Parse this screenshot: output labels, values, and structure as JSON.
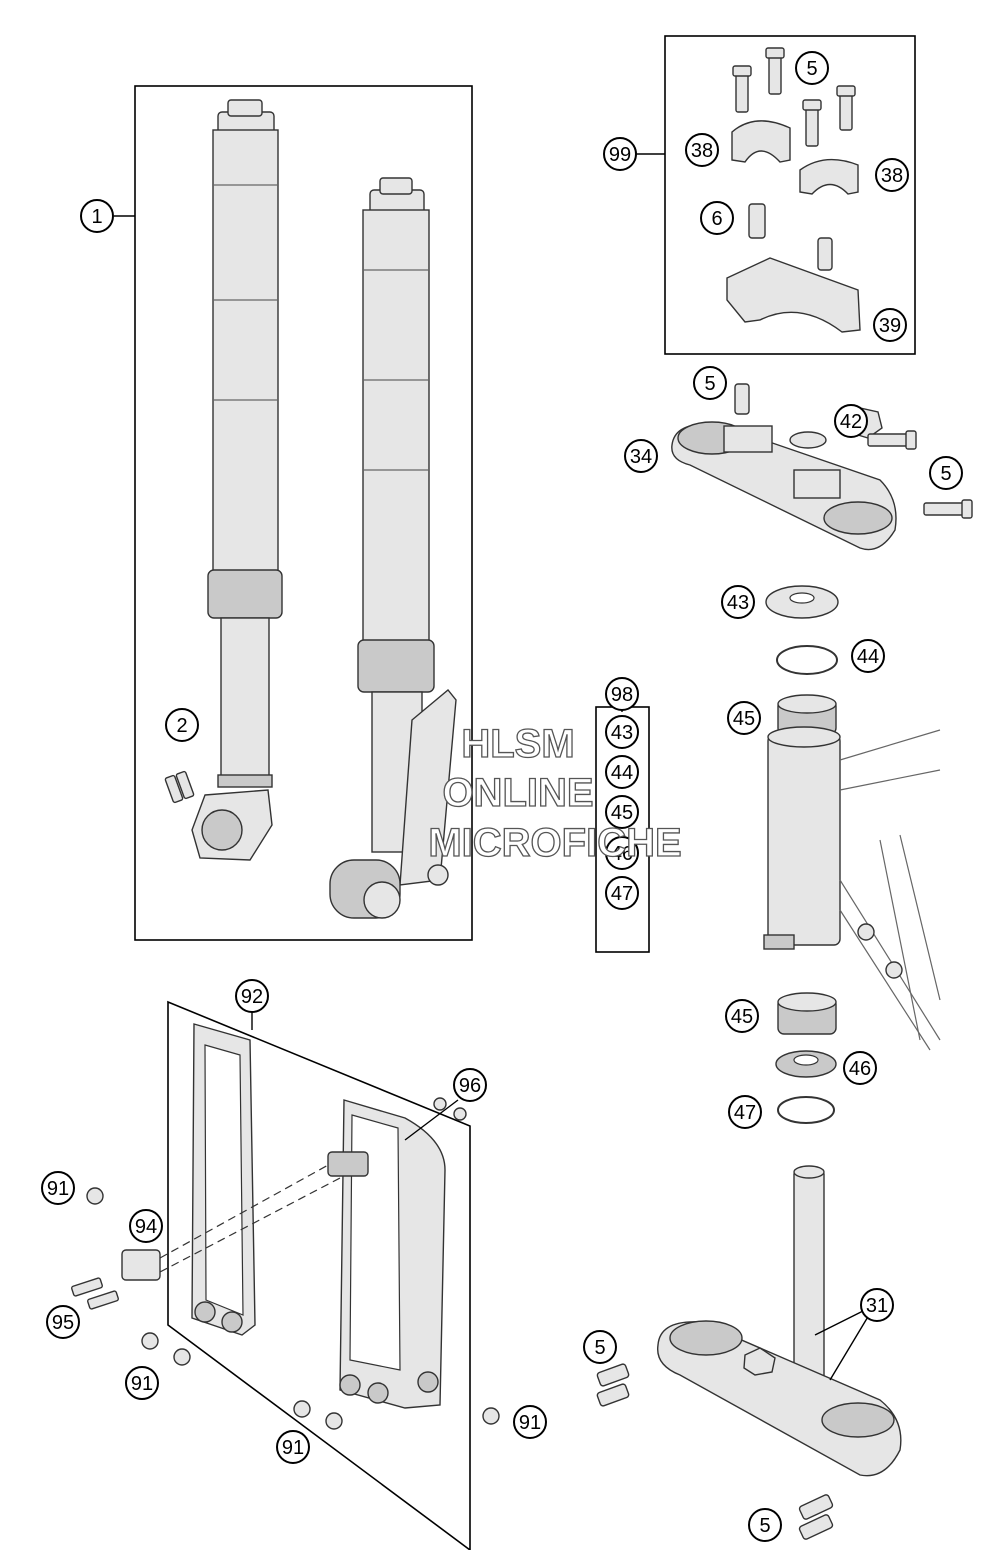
{
  "watermark": [
    "HLSM",
    "ONLINE",
    "MICROFICHE"
  ],
  "callouts": {
    "c1": "1",
    "c2": "2",
    "c5a": "5",
    "c5b": "5",
    "c5c": "5",
    "c5d": "5",
    "c5e": "5",
    "c6": "6",
    "c31": "31",
    "c34": "34",
    "c38a": "38",
    "c38b": "38",
    "c39": "39",
    "c42": "42",
    "c43": "43",
    "c44": "44",
    "c45a": "45",
    "c45b": "45",
    "c46": "46",
    "c47": "47",
    "c91a": "91",
    "c91b": "91",
    "c91c": "91",
    "c91d": "91",
    "c92": "92",
    "c94": "94",
    "c95": "95",
    "c96": "96",
    "c98": "98",
    "c99": "99",
    "k43": "43",
    "k44": "44",
    "k45": "45",
    "k46": "46",
    "k47": "47"
  }
}
